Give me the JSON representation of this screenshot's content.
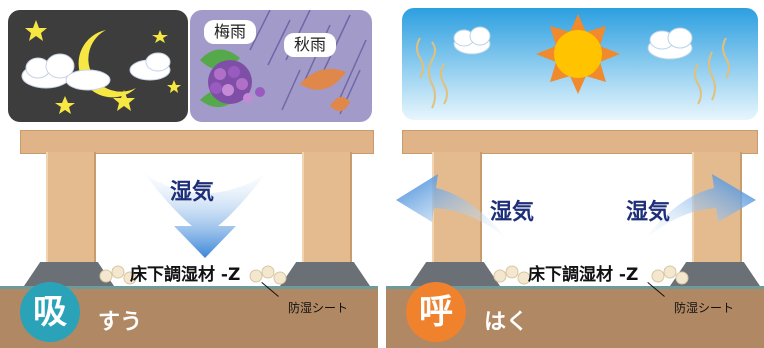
{
  "left": {
    "rain_tag_1": "梅雨",
    "rain_tag_2": "秋雨",
    "arrow_label": "湿気",
    "material_label": "床下調湿材 -Z",
    "sheet_label": "防湿シート",
    "circle_char": "吸",
    "verb": "すう",
    "circle_color": "#2aa3b9"
  },
  "right": {
    "arrow_label_left": "湿気",
    "arrow_label_right": "湿気",
    "material_label": "床下調湿材 -Z",
    "sheet_label": "防湿シート",
    "circle_char": "呼",
    "verb": "はく",
    "circle_color": "#f0822e"
  },
  "colors": {
    "night_bg": "#3d3d3d",
    "rain_bg": "#a29ac8",
    "sky_top": "#2c9fe0",
    "wood": "#e0b488",
    "ground": "#b08863"
  },
  "icons": [
    "moon-icon",
    "star-icon",
    "cloud-icon",
    "hydrangea-icon",
    "leaf-icon",
    "rain-icon",
    "sun-icon",
    "arrow-icon"
  ]
}
